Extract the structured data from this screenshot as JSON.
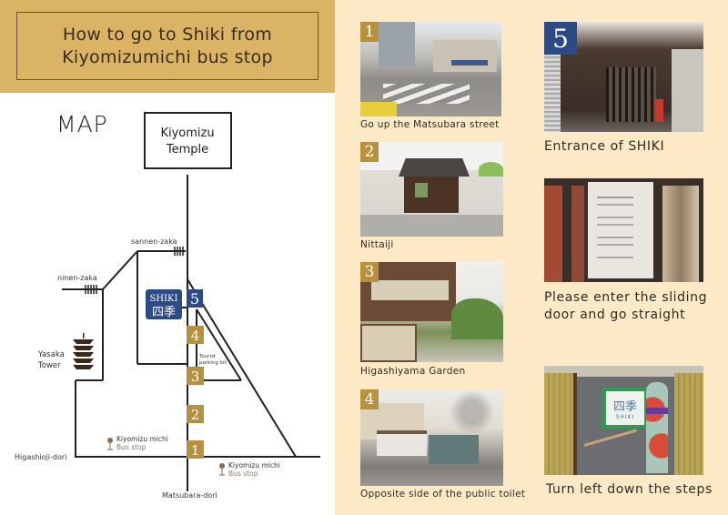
{
  "banner": {
    "title_line1": "How to go to Shiki from",
    "title_line2": "Kiyomizumichi bus stop",
    "background": "#dab364"
  },
  "map": {
    "heading": "MAP",
    "temple_line1": "Kiyomizu",
    "temple_line2": "Temple",
    "sannen_zaka": "sannen-zaka",
    "ninen_zaka": "ninen-zaka",
    "yasaka_line1": "Yasaka",
    "yasaka_line2": "Tower",
    "shiki_en": "SHIKI",
    "shiki_jp": "四季",
    "parking_line1": "Tourist",
    "parking_line2": "parking lot",
    "bus_stop_1_name": "Kiyomizu michi",
    "bus_stop_1_label": "Bus stop",
    "bus_stop_2_name": "Kiyomizu michi",
    "bus_stop_2_label": "Bus stop",
    "higashioji": "Higashioji-dori",
    "matsubara": "Matsubara-dori",
    "markers": [
      "1",
      "2",
      "3",
      "4",
      "5"
    ],
    "colors": {
      "gold": "#b8913e",
      "blue": "#2b4a86",
      "road": "#222222",
      "bus_pin": "#8a6a4e"
    }
  },
  "steps": [
    {
      "number": "1",
      "caption": "Go up the Matsubara street",
      "scene": "crosswalk-street-photo"
    },
    {
      "number": "2",
      "caption": "Nittaiji",
      "scene": "temple-gate-photo"
    },
    {
      "number": "3",
      "caption": "Higashiyama Garden",
      "scene": "garden-building-photo"
    },
    {
      "number": "4",
      "caption": "Opposite side of the public toilet",
      "scene": "public-toilet-photo"
    },
    {
      "number": "5",
      "caption": "Entrance of SHIKI",
      "scene": "entrance-gate-photo"
    },
    {
      "number": "",
      "caption_line1": "Please enter the sliding",
      "caption_line2": "door and go straight",
      "scene": "sliding-door-photo"
    },
    {
      "number": "",
      "caption": "Turn left down the steps",
      "scene": "shiki-sign-kimono-photo",
      "sign_jp": "四季",
      "sign_en": "SHIKI"
    }
  ]
}
